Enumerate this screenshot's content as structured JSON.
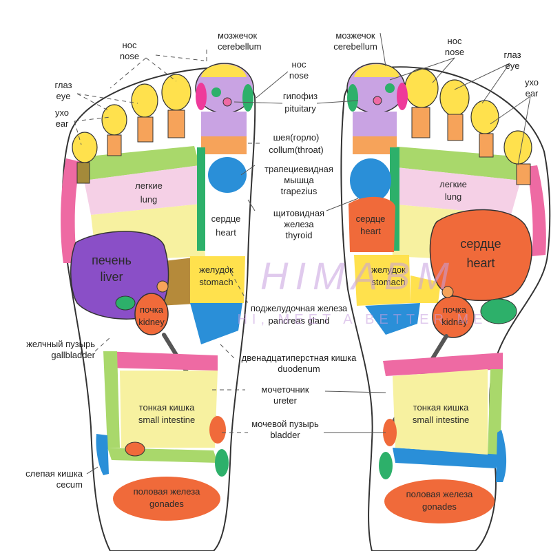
{
  "colors": {
    "yellow": "#ffe14d",
    "orange_toe": "#f6a35a",
    "lilac": "#c9a3e3",
    "green": "#2db06a",
    "blue": "#2a8fd8",
    "pink": "#ee6aa3",
    "light_pink": "#f5d0e6",
    "pale_yellow": "#f7f1a0",
    "purple": "#8a4fc7",
    "orange_red": "#f06a3a",
    "brown": "#7a5a3a",
    "lime": "#a9d86b",
    "outline": "#333333"
  },
  "labels": {
    "cerebellum": {
      "ru": "мозжечок",
      "en": "cerebellum"
    },
    "nose": {
      "ru": "нос",
      "en": "nose"
    },
    "eye": {
      "ru": "глаз",
      "en": "eye"
    },
    "ear": {
      "ru": "ухо",
      "en": "ear"
    },
    "pituitary": {
      "ru": "гипофиз",
      "en": "pituitary"
    },
    "throat": {
      "ru": "шея(горло)",
      "en": "collum(throat)"
    },
    "trapezius": {
      "ru1": "трапециевидная",
      "ru2": "мышца",
      "en": "trapezius"
    },
    "thyroid": {
      "ru1": "щитовидная",
      "ru2": "железа",
      "en": "thyroid"
    },
    "lung": {
      "ru": "легкие",
      "en": "lung"
    },
    "heart": {
      "ru": "сердце",
      "en": "heart"
    },
    "liver": {
      "ru": "печень",
      "en": "liver"
    },
    "stomach": {
      "ru": "желудок",
      "en": "stomach"
    },
    "kidney": {
      "ru": "почка",
      "en": "kidney"
    },
    "pancreas": {
      "ru": "поджелудочная железа",
      "en": "pancreas gland"
    },
    "gallbladder": {
      "ru": "желчный пузырь",
      "en": "gallbladder"
    },
    "duodenum": {
      "ru": "двенадцатиперстная кишка",
      "en": "duodenum"
    },
    "ureter": {
      "ru": "мочеточник",
      "en": "ureter"
    },
    "small_intestine": {
      "ru": "тонкая кишка",
      "en": "small intestine"
    },
    "bladder": {
      "ru": "мочевой пузырь",
      "en": "bladder"
    },
    "cecum": {
      "ru": "слепая кишка",
      "en": "cecum"
    },
    "gonades": {
      "ru": "половая железа",
      "en": "gonades"
    }
  },
  "watermark": {
    "main": "HIMABM",
    "sub": "HI, MEET A BETTER ME"
  }
}
